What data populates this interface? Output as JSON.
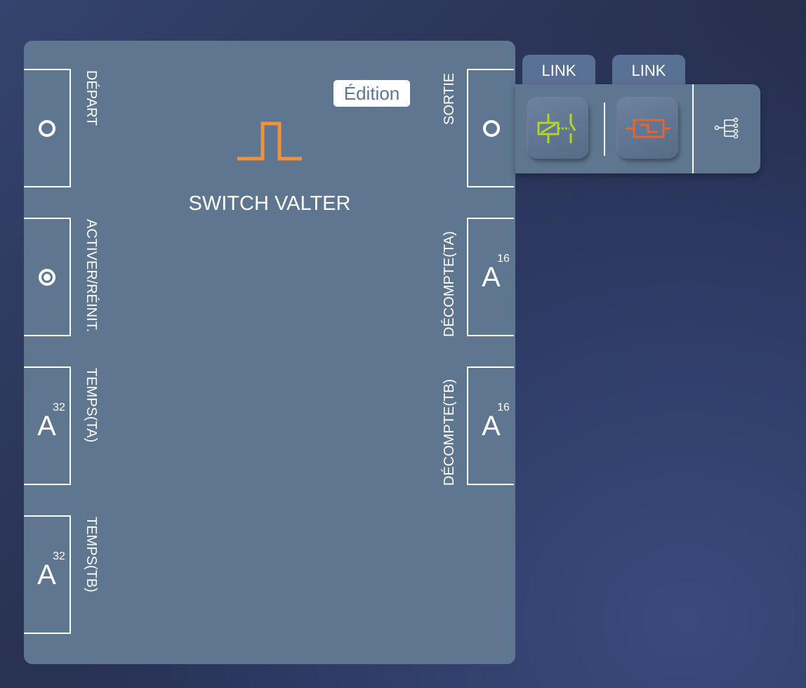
{
  "block": {
    "title": "SWITCH VALTER",
    "badge": "Édition",
    "icon": "pulse-icon",
    "icon_color": "#f0923a"
  },
  "inputs": [
    {
      "label": "DÉPART",
      "type": "digital",
      "state": "off"
    },
    {
      "label": "ACTIVER/RÉINIT.",
      "type": "digital",
      "state": "on"
    },
    {
      "label": "TEMPS(TA)",
      "type": "analog",
      "symbol": "A",
      "bits": "32"
    },
    {
      "label": "TEMPS(TB)",
      "type": "analog",
      "symbol": "A",
      "bits": "32"
    }
  ],
  "outputs": [
    {
      "label": "SORTIE",
      "type": "digital",
      "state": "off"
    },
    {
      "label": "DÉCOMPTE(TA)",
      "type": "analog",
      "symbol": "A",
      "bits": "16"
    },
    {
      "label": "DÉCOMPTE(TB)",
      "type": "analog",
      "symbol": "A",
      "bits": "16"
    }
  ],
  "toolbar": {
    "tabs": [
      "LINK",
      "LINK"
    ],
    "buttons": [
      "relay-icon",
      "timer-block-icon"
    ],
    "extra": "tree-connections-icon"
  }
}
